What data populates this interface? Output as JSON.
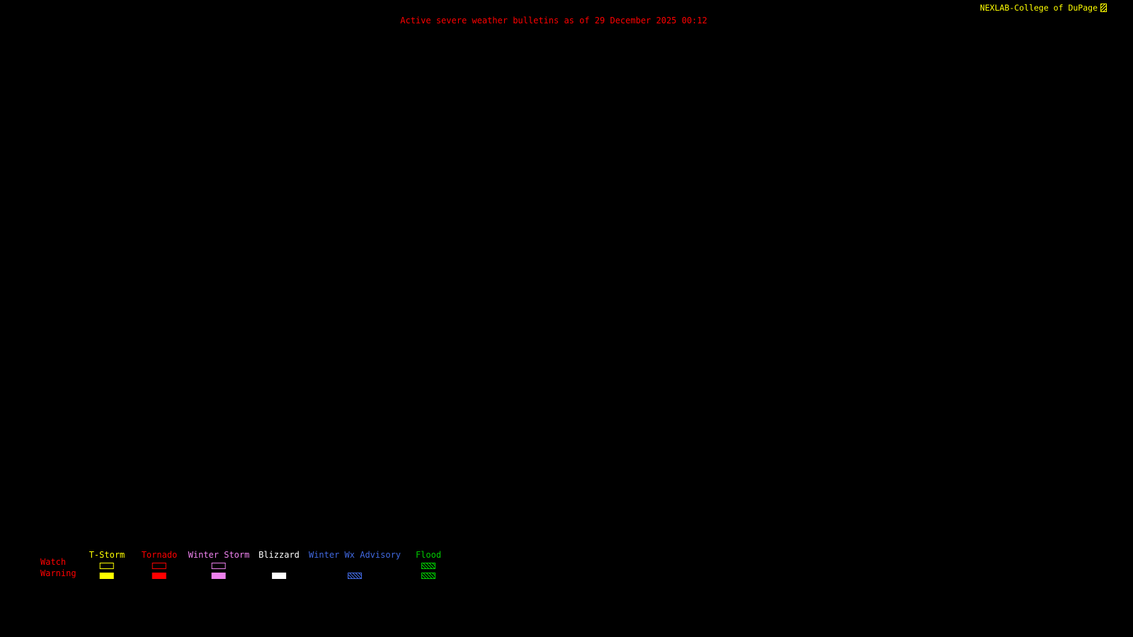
{
  "header": {
    "title": "Active severe weather bulletins as of 29 December 2025 00:12",
    "brand": "NEXLAB-College of DuPage"
  },
  "colors": {
    "background": "#000000",
    "title": "#ff0000",
    "brand": "#ffff00",
    "row_label": "#ff0000"
  },
  "legend": {
    "watch_label": "Watch",
    "warning_label": "Warning",
    "columns": [
      {
        "label": "T-Storm",
        "color": "#ffff00",
        "watch": "outline",
        "warning": "fill"
      },
      {
        "label": "Tornado",
        "color": "#ff0000",
        "watch": "outline",
        "warning": "fill"
      },
      {
        "label": "Winter Storm",
        "color": "#ee82ee",
        "watch": "outline",
        "warning": "fill"
      },
      {
        "label": "Blizzard",
        "color": "#ffffff",
        "watch": "none",
        "warning": "fill"
      },
      {
        "label": "Winter Wx Advisory",
        "color": "#4169e1",
        "watch": "none",
        "warning": "hatch"
      },
      {
        "label": "Flood",
        "color": "#00cc00",
        "watch": "hatch",
        "warning": "hatch"
      }
    ]
  }
}
